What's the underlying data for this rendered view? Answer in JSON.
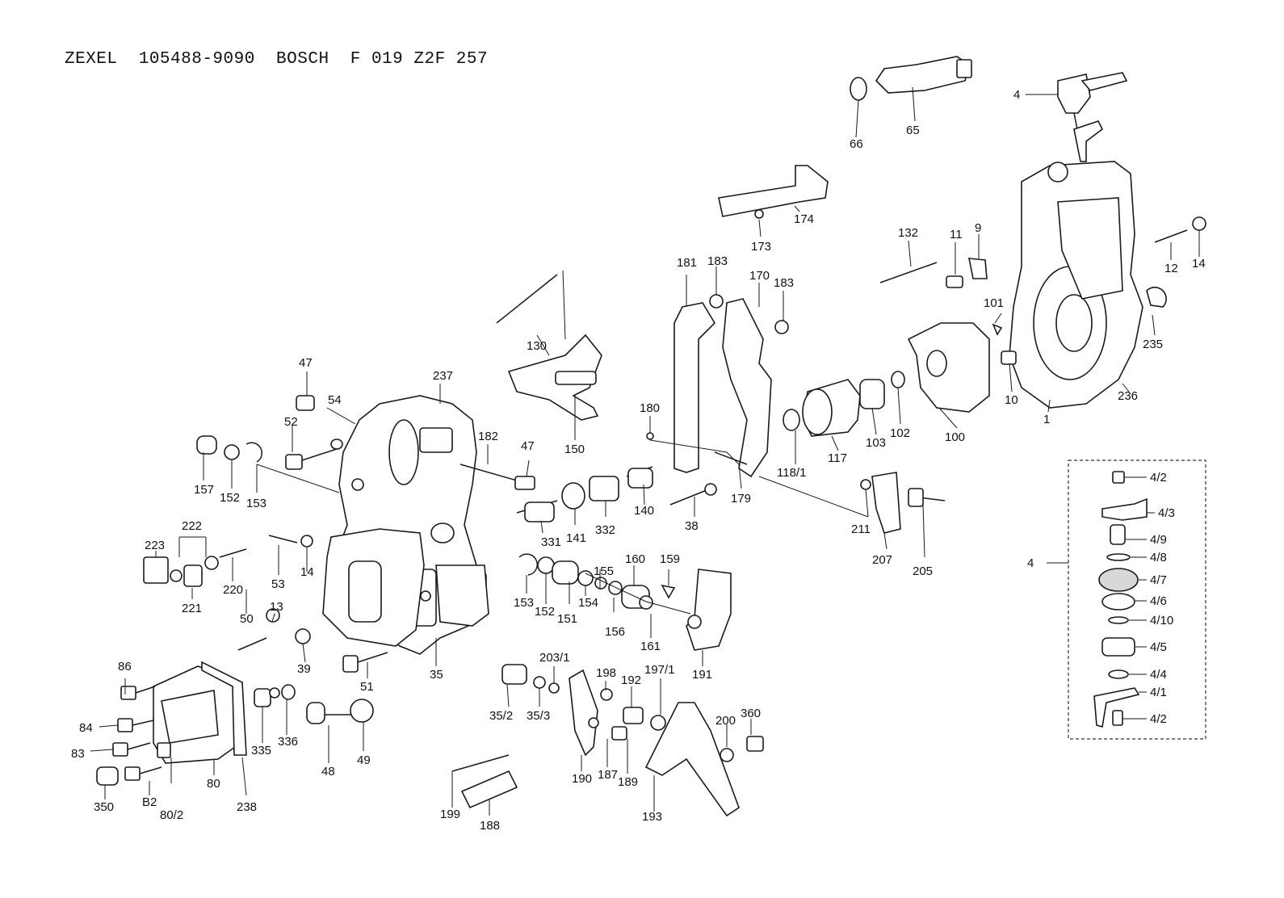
{
  "header": {
    "title": "ZEXEL  105488-9090  BOSCH  F 019 Z2F 257"
  },
  "callouts": {
    "c1": "1",
    "c4": "4",
    "c9": "9",
    "c10": "10",
    "c11": "11",
    "c12": "12",
    "c13": "13",
    "c14a": "14",
    "c14b": "14",
    "c35": "35",
    "c35_2": "35/2",
    "c35_3": "35/3",
    "c38": "38",
    "c39": "39",
    "c47a": "47",
    "c47b": "47",
    "c48": "48",
    "c49": "49",
    "c50": "50",
    "c51": "51",
    "c52": "52",
    "c53": "53",
    "c54": "54",
    "c65": "65",
    "c66": "66",
    "c80": "80",
    "c80_2": "80/2",
    "c82": "B2",
    "c83": "83",
    "c84": "84",
    "c86": "86",
    "c100": "100",
    "c101": "101",
    "c102": "102",
    "c103": "103",
    "c117": "117",
    "c118_1": "118/1",
    "c130": "130",
    "c132": "132",
    "c140": "140",
    "c141": "141",
    "c150": "150",
    "c151": "151",
    "c152a": "152",
    "c152b": "152",
    "c153a": "153",
    "c153b": "153",
    "c154": "154",
    "c155": "155",
    "c156": "156",
    "c157": "157",
    "c159": "159",
    "c160": "160",
    "c161": "161",
    "c170": "170",
    "c173": "173",
    "c174": "174",
    "c179": "179",
    "c180": "180",
    "c181": "181",
    "c182": "182",
    "c183a": "183",
    "c183b": "183",
    "c187": "187",
    "c188": "188",
    "c189": "189",
    "c190": "190",
    "c191": "191",
    "c192": "192",
    "c193": "193",
    "c197_1": "197/1",
    "c198": "198",
    "c199": "199",
    "c200": "200",
    "c203_1": "203/1",
    "c205": "205",
    "c207": "207",
    "c211": "211",
    "c220": "220",
    "c221": "221",
    "c222": "222",
    "c223": "223",
    "c235": "235",
    "c236": "236",
    "c237": "237",
    "c238": "238",
    "c331": "331",
    "c332": "332",
    "c335": "335",
    "c336": "336",
    "c350": "350",
    "c360": "360"
  },
  "inset": {
    "group": "4",
    "items": [
      "4/2",
      "4/3",
      "4/9",
      "4/8",
      "4/7",
      "4/6",
      "4/10",
      "4/5",
      "4/4",
      "4/1",
      "4/2"
    ]
  }
}
